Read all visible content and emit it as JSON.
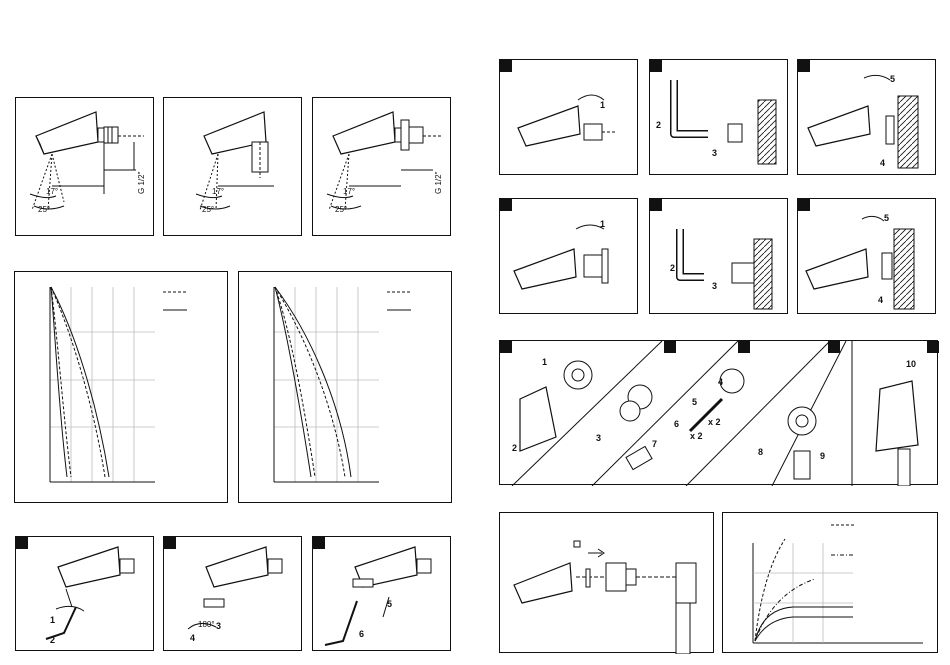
{
  "dims": {
    "angle_17": "17°",
    "angle_25": "25°",
    "thread": "G 1/2\""
  },
  "steps": {
    "s1": "1",
    "s2": "2",
    "s3": "3",
    "s4": "4",
    "s5": "5",
    "s6": "6",
    "s7": "7",
    "s8": "8",
    "s9": "9",
    "s10": "10",
    "x2": "x 2",
    "rot180": "180°"
  }
}
